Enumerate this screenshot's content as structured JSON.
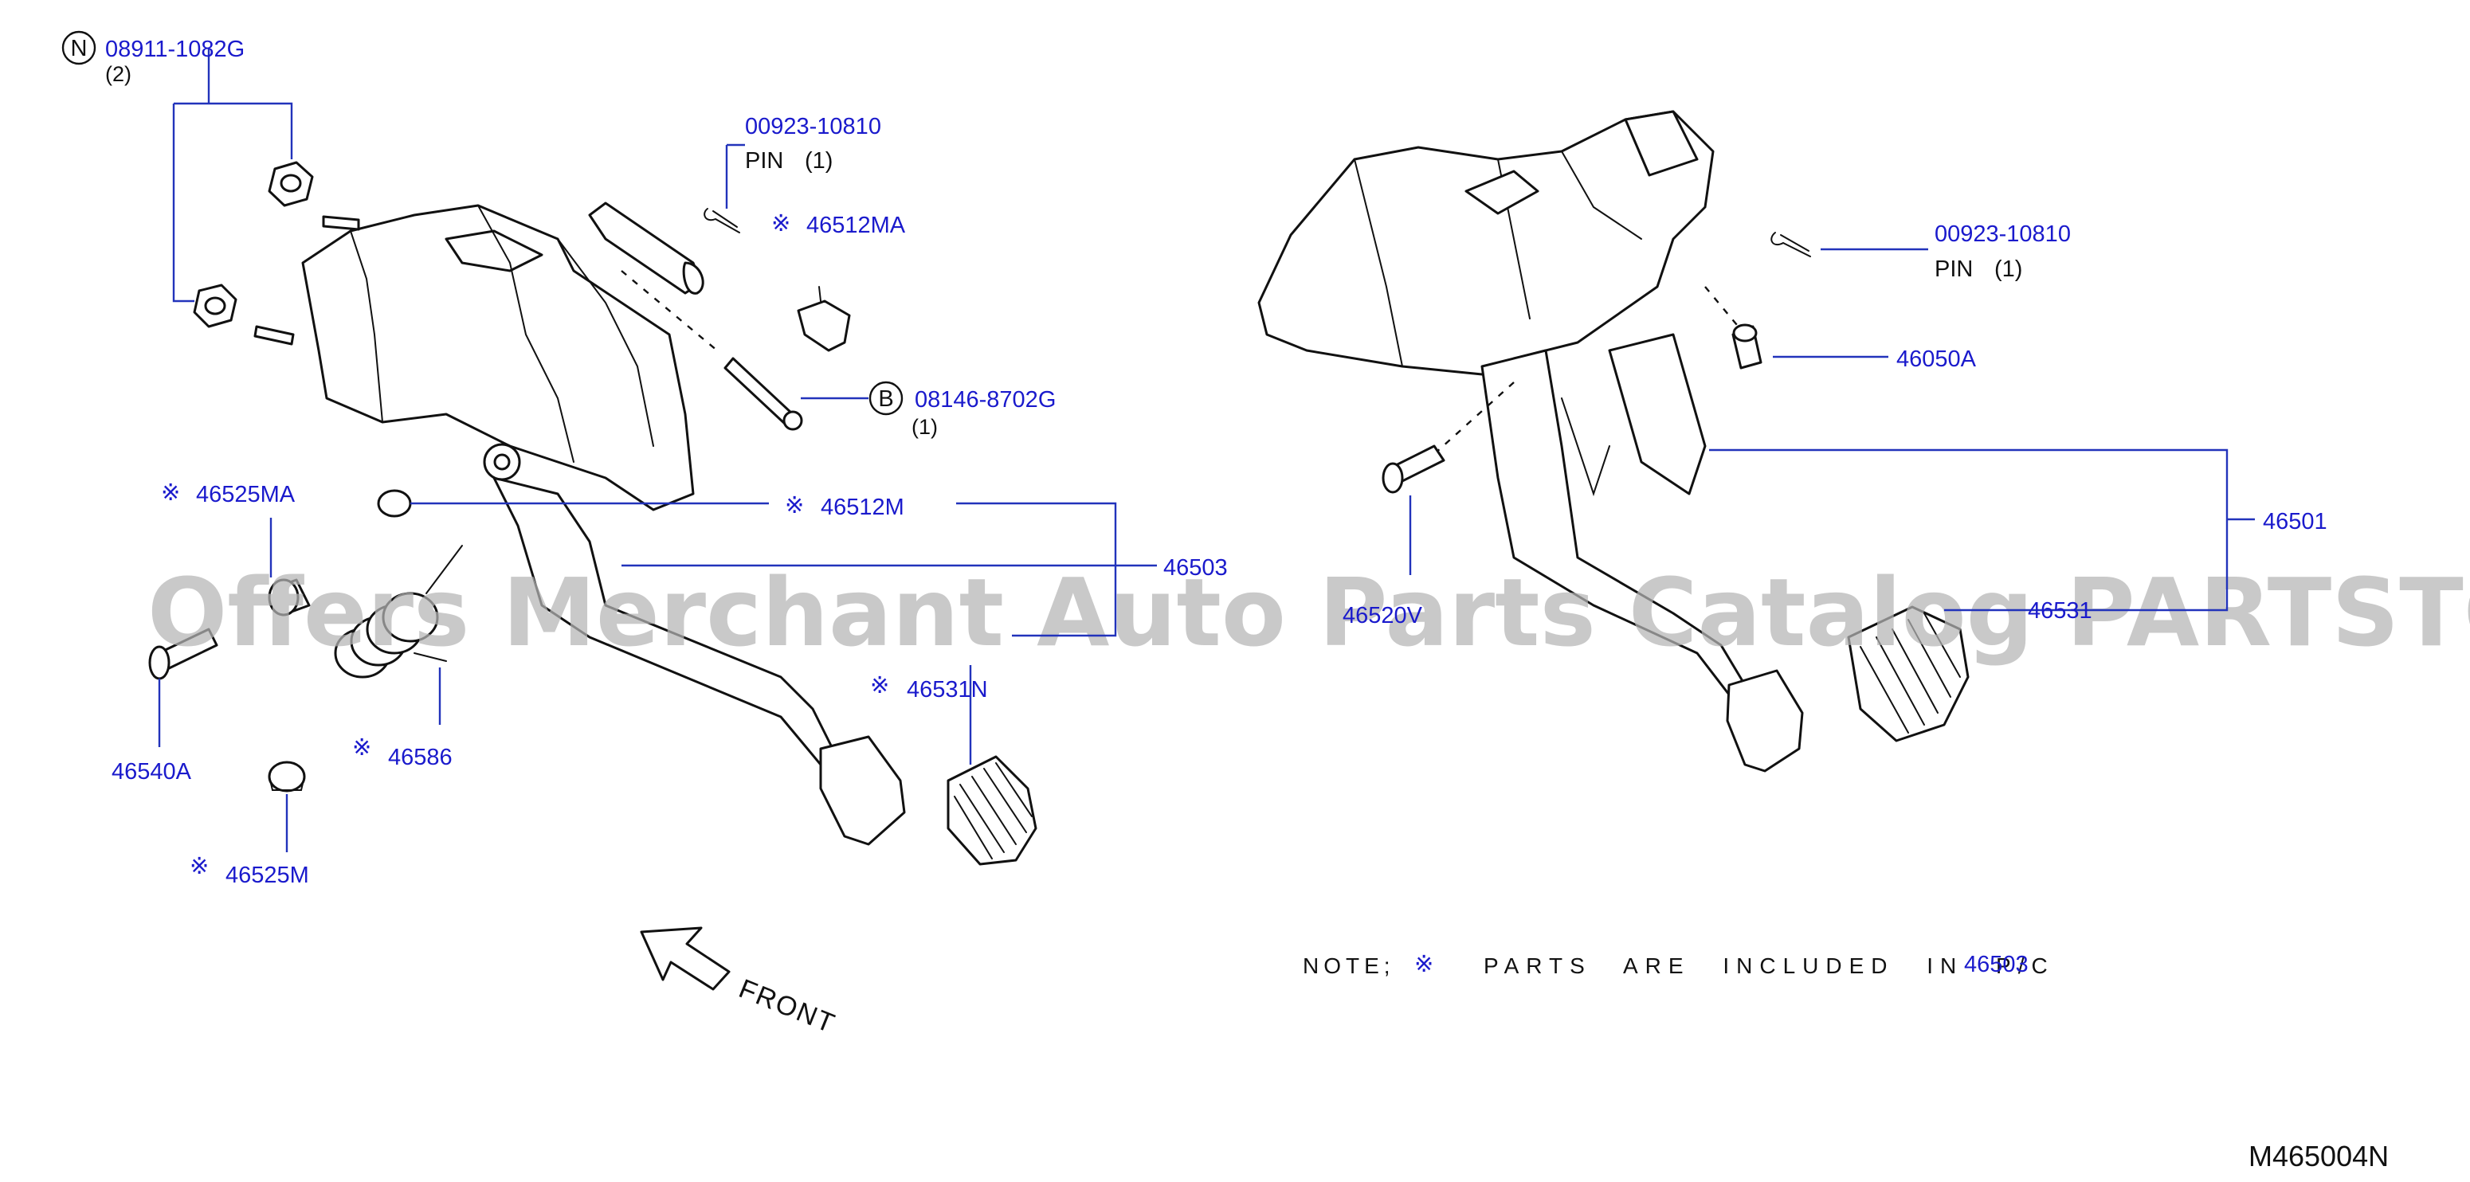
{
  "callouts": {
    "nut_08911": {
      "symbol": "N",
      "number": "08911-1082G",
      "qty": "(2)"
    },
    "pin_left": {
      "number": "00923-10810",
      "name": "PIN",
      "qty": "(1)"
    },
    "clip_46512MA": {
      "mark": "※",
      "number": "46512MA"
    },
    "bolt_08146": {
      "symbol": "B",
      "number": "08146-8702G",
      "qty": "(1)"
    },
    "bush_46525MA": {
      "mark": "※",
      "number": "46525MA"
    },
    "stopper_46512M": {
      "mark": "※",
      "number": "46512M"
    },
    "pedal_46503": {
      "number": "46503"
    },
    "pad_46531N": {
      "mark": "※",
      "number": "46531N"
    },
    "spring_46586": {
      "mark": "※",
      "number": "46586"
    },
    "pin_46540A": {
      "number": "46540A"
    },
    "bush_46525M": {
      "mark": "※",
      "number": "46525M"
    },
    "pin_right": {
      "number": "00923-10810",
      "name": "PIN",
      "qty": "(1)"
    },
    "switch_46050A": {
      "number": "46050A"
    },
    "pedal_46501": {
      "number": "46501"
    },
    "pin_46520V": {
      "number": "46520V"
    },
    "pad_46531": {
      "number": "46531"
    }
  },
  "front_label": "FRONT",
  "note": {
    "prefix": "NOTE;",
    "mark": "※",
    "text": "PARTS ARE INCLUDED IN P/C",
    "part": "46503"
  },
  "figure_id": "M465004N",
  "watermark": "Offers Merchant Auto Parts Catalog PARTSTORE.SA",
  "colors": {
    "part_number": "#1a1acc",
    "leader": "#2233bb",
    "line_art": "#111111",
    "watermark": "#b5b5b5"
  }
}
